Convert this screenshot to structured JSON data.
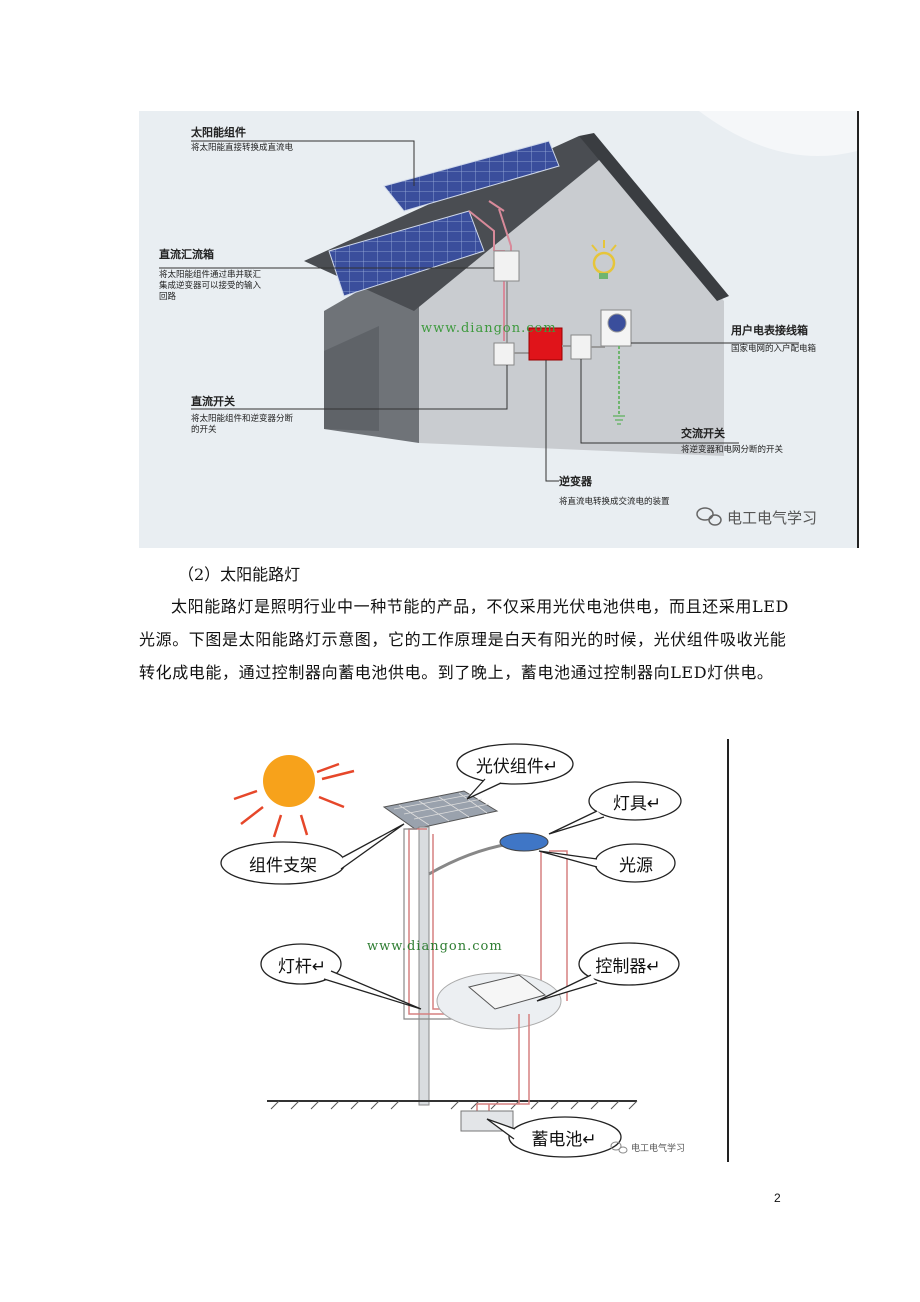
{
  "figure1": {
    "labels": {
      "solar_module": {
        "title": "太阳能组件",
        "desc": "将太阳能直接转换成直流电"
      },
      "dc_combiner": {
        "title": "直流汇流箱",
        "desc1": "将太阳能组件通过串并联汇",
        "desc2": "集成逆变器可以接受的输入",
        "desc3": "回路"
      },
      "dc_switch": {
        "title": "直流开关",
        "desc1": "将太阳能组件和逆变器分断",
        "desc2": "的开关"
      },
      "inverter": {
        "title": "逆变器",
        "desc": "将直流电转换成交流电的装置"
      },
      "ac_switch": {
        "title": "交流开关",
        "desc": "将逆变器和电网分断的开关"
      },
      "meter_box": {
        "title": "用户电表接线箱",
        "desc": "国家电网的入户配电箱"
      }
    },
    "watermark": "www.diangon.com",
    "brand": "电工电气学习"
  },
  "section": {
    "heading": "（2）太阳能路灯",
    "paragraph": "太阳能路灯是照明行业中一种节能的产品，不仅采用光伏电池供电，而且还采用LED光源。下图是太阳能路灯示意图，它的工作原理是白天有阳光的时候，光伏组件吸收光能转化成电能，通过控制器向蓄电池供电。到了晚上，蓄电池通过控制器向LED灯供电。"
  },
  "figure2": {
    "labels": {
      "pv_module": "光伏组件↵",
      "lamp": "灯具↵",
      "bracket": "组件支架",
      "light_source": "光源",
      "pole": "灯杆↵",
      "controller": "控制器↵",
      "battery": "蓄电池↵"
    },
    "watermark": "www.diangon.com",
    "brand": "电工电气学习"
  },
  "page_number": "2"
}
